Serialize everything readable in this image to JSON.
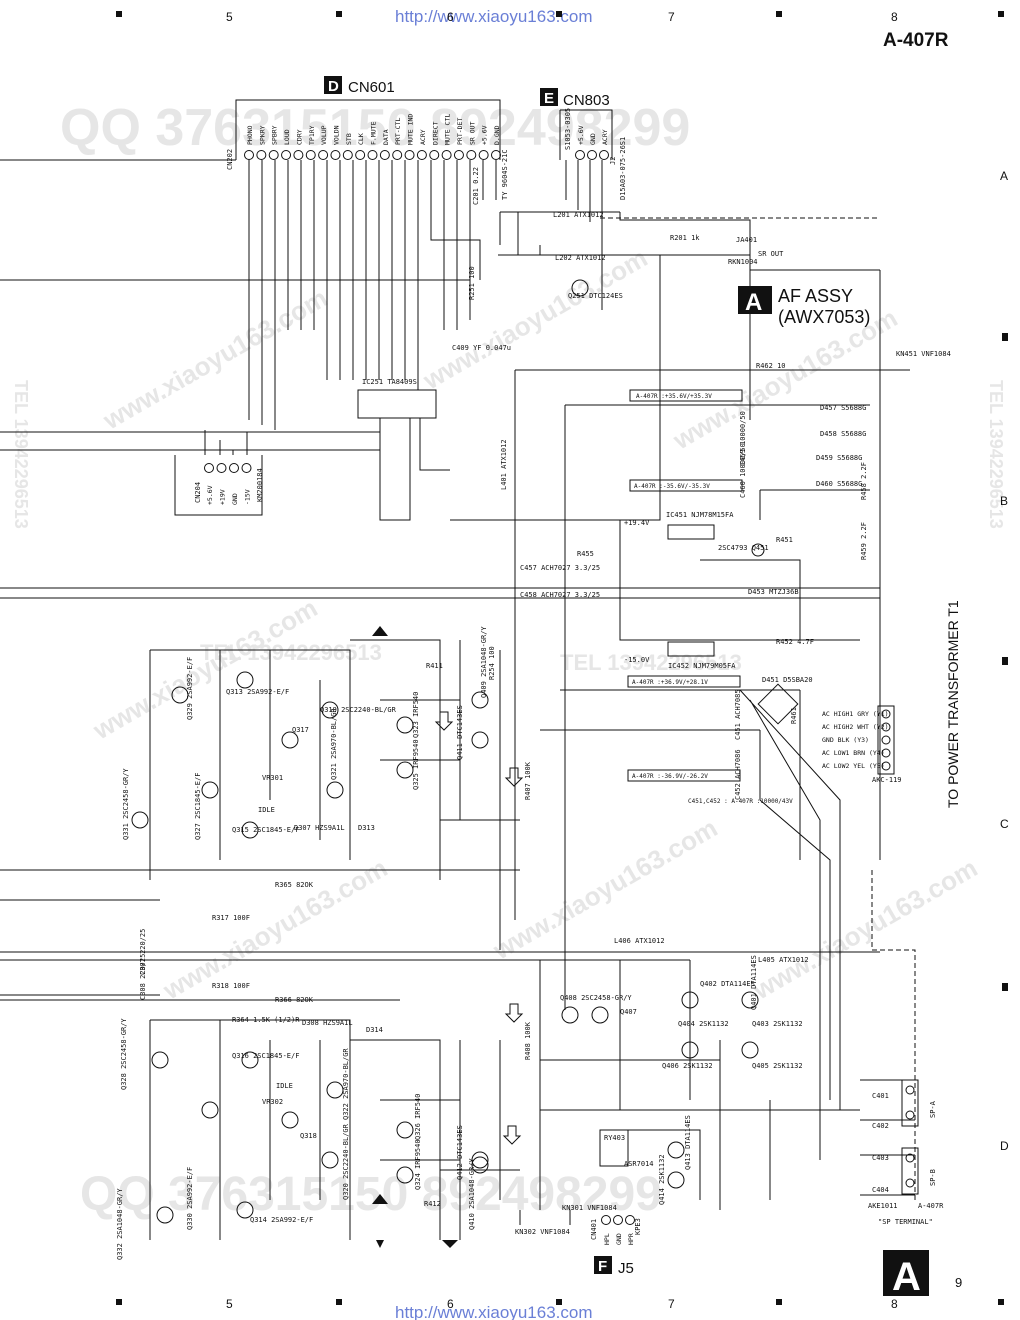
{
  "header": {
    "model": "A-407R",
    "url_top": "http://www.xiaoyu163.com",
    "url_bottom": "http://www.xiaoyu163.com",
    "columns": [
      "5",
      "6",
      "7",
      "8"
    ],
    "rows": [
      "A",
      "B",
      "C",
      "D"
    ],
    "page_number": "9",
    "page_letter": "A"
  },
  "watermarks": {
    "qq": "QQ 376315150 892498299",
    "www": "www.xiaoyu163.com",
    "tel": "TEL 13942296513"
  },
  "connectors": {
    "cn601": {
      "letter": "D",
      "name": "CN601",
      "pins": [
        "PHONO",
        "SPKRY",
        "SPBRY",
        "LOUD",
        "CDRY",
        "TP1RY",
        "VOLUP",
        "VOLDN",
        "STB",
        "CLK",
        "F.MUTE",
        "DATA",
        "PRT-CTL",
        "MUTE IND",
        "ACRY",
        "DIRECT",
        "MUTE CTL",
        "PRT-DET",
        "SR OUT",
        "+5.6V",
        "D.GND"
      ],
      "ref": "CN202",
      "part": "TY 9604S-21C"
    },
    "cn803": {
      "letter": "E",
      "name": "CN803",
      "pins": [
        "+5.6V",
        "GND",
        "ACRY"
      ],
      "ref": "S1053-0305",
      "part": "D15A03-075-26S1",
      "sub": "J2"
    },
    "cn204": {
      "ref": "CN204",
      "pins": [
        "+5.6V",
        "+19V",
        "GND",
        "-15V"
      ],
      "part": "KM200184"
    },
    "j5": {
      "letter": "F",
      "name": "J5",
      "ref": "CN401",
      "pins": [
        "HPL",
        "GND",
        "HPR"
      ],
      "part": "KPE3"
    }
  },
  "assembly": {
    "letter": "A",
    "name": "AF ASSY",
    "code": "(AWX7053)"
  },
  "transformer": {
    "label": "TO POWER TRANSFORMER T1",
    "ref": "AKC-119",
    "pins": [
      "AC HIGH1 GRY (Y1)",
      "AC HIGH2 WHT (Y2)",
      "GND BLK (Y3)",
      "AC LOW1 BRN (Y4)",
      "AC LOW2 YEL (Y5)"
    ]
  },
  "speaker": {
    "label": "\"SP TERMINAL\"",
    "ref": "AKE1011",
    "note": "A-407R",
    "outputs": [
      "SP-A",
      "SP-B"
    ]
  },
  "parts": {
    "ic251": "IC251  TA8409S",
    "ic451": "IC451  NJM78M15FA",
    "ic452": "IC452  NJM79M05FA",
    "q251": "Q251 DTC124ES",
    "d451": "D451 D5SBA20",
    "ja401": "JA401",
    "ja401_note": "SR OUT",
    "rkn": "RKN1004",
    "kn451": "KN451 VNF1084",
    "kn301": "KN301 VNF1084",
    "kn302": "KN302 VNF1084",
    "l201": "L201 ATX1012",
    "l202": "L202 ATX1012",
    "l401": "L401 ATX1012",
    "l405": "L405 ATX1012",
    "l406": "L406 ATX1012",
    "r201": "R201 1k",
    "r251": "R251 100",
    "c201": "C201 0.22",
    "c409": "C409 YF 0.047u",
    "r462": "R462 10",
    "r455": "R455",
    "r451": "R451",
    "r452": "R452 4.7F",
    "r458": "R458 2.2F",
    "r459": "R459 2.2F",
    "r461": "R461",
    "r407": "R407 100K",
    "r408": "R408 100K",
    "r254": "R254 100",
    "r365": "R365 82OK",
    "r366": "R366 82OK",
    "r364": "R364 1.5K (1/2)R",
    "r317": "R317 100F",
    "r318": "R318 100F",
    "r411": "R411",
    "r412": "R412",
    "c457": "C457 ACH7027 3.3/25",
    "c458": "C458 ACH7027 3.3/25",
    "c459": "C459 10000/50",
    "c460": "C460 10000/50",
    "c451": "C451 ACH7085",
    "c452": "C452 ACH7086",
    "c451c452": "C451,C452 : A-407R :10000/43V",
    "c401": "C401",
    "c402": "C402",
    "c403": "C403",
    "c404": "C404",
    "c307": "C307 220/25",
    "c308": "C308 220/25",
    "d457": "D457 S5688G",
    "d458": "D458 S5688G",
    "d459": "D459 S5688G",
    "d460": "D460 S5688G",
    "d453": "D453 MTZJ36B",
    "d307": "D307 HZS9A1L",
    "d308": "D308 HZS9A1L",
    "d313": "D313",
    "d314": "D314",
    "q451": "2SC4793 Q451",
    "q401": "Q401 DTA114ES",
    "q402": "Q402 DTA114ES",
    "q403": "Q403 2SK1132",
    "q404": "Q404 2SK1132",
    "q405": "Q405 2SK1132",
    "q406": "Q406 2SK1132",
    "q407": "Q407",
    "q408": "Q408 2SC2458-GR/Y",
    "q409": "Q409 2SA1048-GR/Y",
    "q410": "Q410 2SA1048-GR/Y",
    "q411": "Q411 DTC143ES",
    "q412": "Q412 DTC143ES",
    "q413": "Q413 DTA114ES",
    "q414": "Q414 2SK1132",
    "ry403": "RY403",
    "asr7014": "ASR7014",
    "q313": "Q313 2SA992-E/F",
    "q319": "Q319 2SC2240-BL/GR",
    "q317": "Q317",
    "q315": "Q315 2SC1845-E/F",
    "q321": "Q321 2SA970-BL/GR",
    "q323": "Q323 IRF540",
    "q325": "Q325 IRF9540",
    "q314": "Q314 2SA992-E/F",
    "q316": "Q316 2SC1845-E/F",
    "q318": "Q318",
    "q320": "Q320 2SC2240-BL/GR",
    "q322": "Q322 2SA970-BL/GR",
    "q324": "Q324 IRF9540",
    "q326": "Q326 IRF540",
    "q329": "Q329 2SA992-E/F",
    "q331": "Q331 2SC2458-GR/Y",
    "q332": "Q332 2SA1048-GR/Y",
    "q330": "Q330 2SA992-E/F",
    "q327": "Q327 2SC1845-E/F",
    "q328": "Q328 2SC2458-GR/Y",
    "vr301": "VR301",
    "vr302": "VR302",
    "idle": "IDLE",
    "rail_notes": [
      "A-407R :+35.6V/+35.3V",
      "A-407R :-35.6V/-35.3V",
      "A-407R :+36.9V/+28.1V",
      "A-407R :-36.9V/-26.2V"
    ],
    "v_19": "+19.4V",
    "v_15": "-15.0V"
  }
}
